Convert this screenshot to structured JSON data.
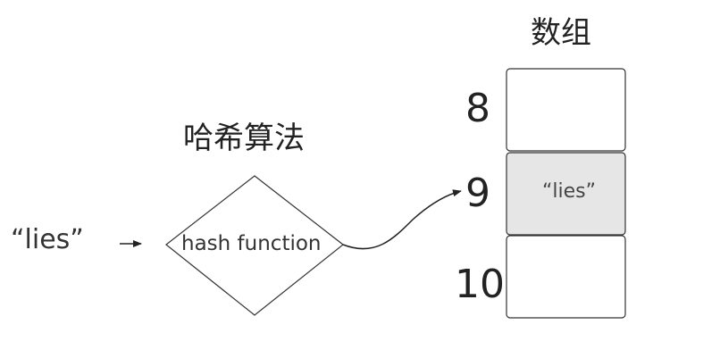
{
  "input": {
    "label": "“lies”"
  },
  "hash": {
    "title": "哈希算法",
    "function_label": "hash function"
  },
  "array": {
    "title": "数组",
    "slots": [
      {
        "index": "8",
        "value": ""
      },
      {
        "index": "9",
        "value": "“lies”",
        "highlighted": true
      },
      {
        "index": "10",
        "value": ""
      }
    ]
  },
  "colors": {
    "highlight_fill": "#e6e6e6",
    "stroke": "#333333",
    "background": "#ffffff"
  }
}
